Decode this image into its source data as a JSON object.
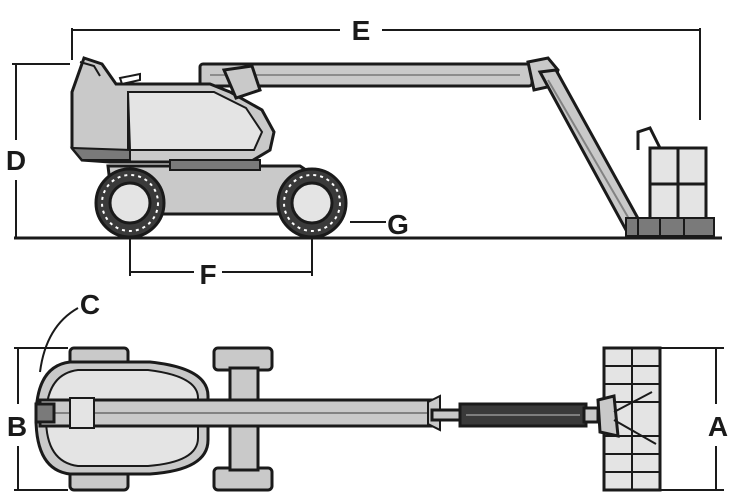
{
  "diagram": {
    "labels": {
      "e": "E",
      "d": "D",
      "g": "G",
      "f": "F",
      "c": "C",
      "b": "B",
      "a": "A"
    },
    "colors": {
      "outline": "#1a1a1a",
      "body": "#c9c9c9",
      "light": "#e4e4e4",
      "dark": "#7a7a7a",
      "tire": "#3a3a3a"
    }
  }
}
